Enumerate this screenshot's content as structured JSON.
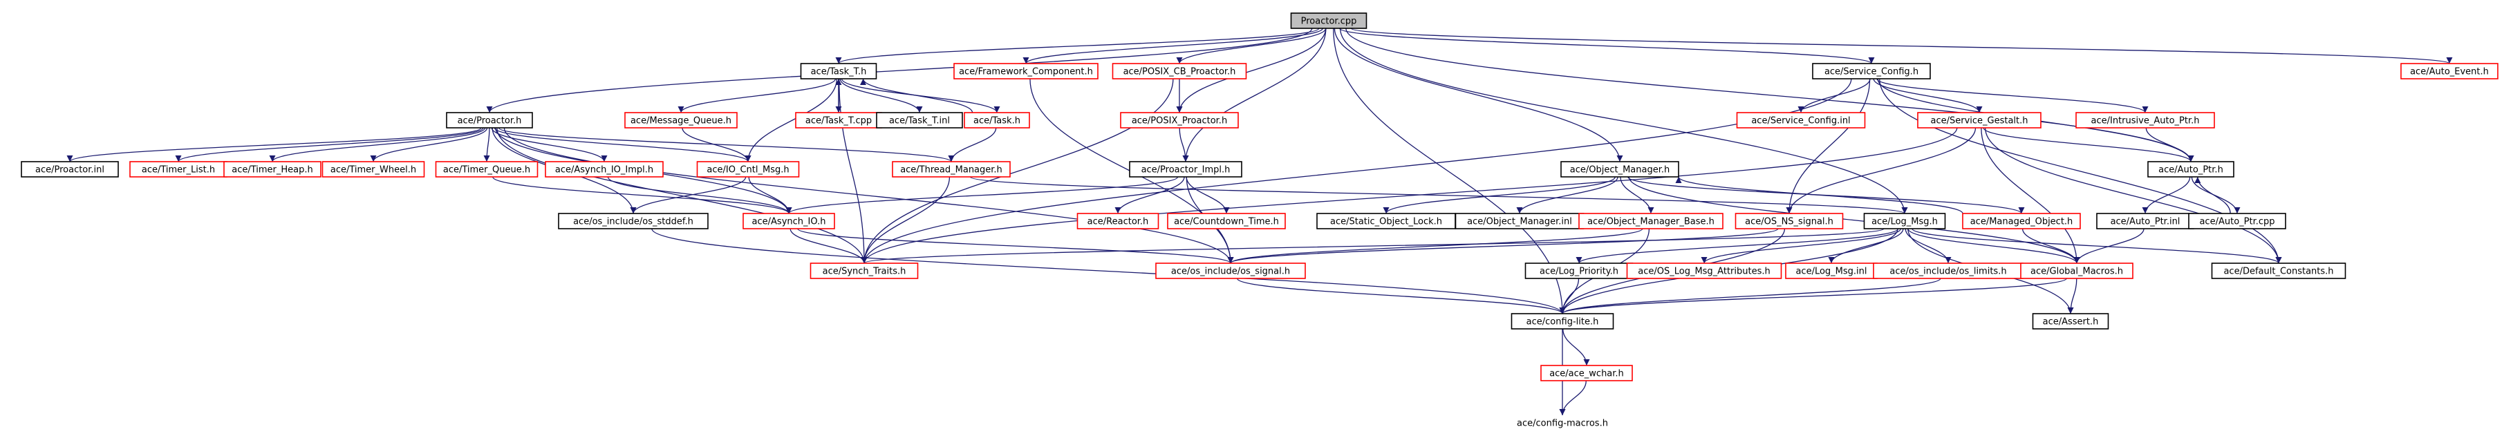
{
  "diagram": {
    "type": "include-dependency-graph",
    "colors": {
      "root_fill": "#bfbfbf",
      "normal_border": "#000000",
      "missing_border": "#ff0000",
      "node_fill": "#ffffff",
      "edge": "#1a1a6e",
      "plain_text_border": "none"
    },
    "nodes": [
      {
        "id": "proactor_cpp",
        "label": "Proactor.cpp",
        "style": "root"
      },
      {
        "id": "task_t_h",
        "label": "ace/Task_T.h",
        "style": "normal"
      },
      {
        "id": "framework_component_h",
        "label": "ace/Framework_Component.h",
        "style": "missing"
      },
      {
        "id": "posix_cb_proactor_h",
        "label": "ace/POSIX_CB_Proactor.h",
        "style": "missing"
      },
      {
        "id": "service_config_h",
        "label": "ace/Service_Config.h",
        "style": "normal"
      },
      {
        "id": "auto_event_h",
        "label": "ace/Auto_Event.h",
        "style": "missing"
      },
      {
        "id": "proactor_h",
        "label": "ace/Proactor.h",
        "style": "normal"
      },
      {
        "id": "message_queue_h",
        "label": "ace/Message_Queue.h",
        "style": "missing"
      },
      {
        "id": "task_t_cpp",
        "label": "ace/Task_T.cpp",
        "style": "missing"
      },
      {
        "id": "task_t_inl",
        "label": "ace/Task_T.inl",
        "style": "normal"
      },
      {
        "id": "task_h",
        "label": "ace/Task.h",
        "style": "missing"
      },
      {
        "id": "posix_proactor_h",
        "label": "ace/POSIX_Proactor.h",
        "style": "missing"
      },
      {
        "id": "service_config_inl",
        "label": "ace/Service_Config.inl",
        "style": "missing"
      },
      {
        "id": "service_gestalt_h",
        "label": "ace/Service_Gestalt.h",
        "style": "missing"
      },
      {
        "id": "intrusive_auto_ptr_h",
        "label": "ace/Intrusive_Auto_Ptr.h",
        "style": "missing"
      },
      {
        "id": "proactor_inl",
        "label": "ace/Proactor.inl",
        "style": "normal"
      },
      {
        "id": "timer_list_h",
        "label": "ace/Timer_List.h",
        "style": "missing"
      },
      {
        "id": "timer_heap_h",
        "label": "ace/Timer_Heap.h",
        "style": "missing"
      },
      {
        "id": "timer_wheel_h",
        "label": "ace/Timer_Wheel.h",
        "style": "missing"
      },
      {
        "id": "timer_queue_h",
        "label": "ace/Timer_Queue.h",
        "style": "missing"
      },
      {
        "id": "asynch_io_impl_h",
        "label": "ace/Asynch_IO_Impl.h",
        "style": "missing"
      },
      {
        "id": "io_cntl_msg_h",
        "label": "ace/IO_Cntl_Msg.h",
        "style": "missing"
      },
      {
        "id": "thread_manager_h",
        "label": "ace/Thread_Manager.h",
        "style": "missing"
      },
      {
        "id": "proactor_impl_h",
        "label": "ace/Proactor_Impl.h",
        "style": "normal"
      },
      {
        "id": "object_manager_h",
        "label": "ace/Object_Manager.h",
        "style": "normal"
      },
      {
        "id": "auto_ptr_h",
        "label": "ace/Auto_Ptr.h",
        "style": "normal"
      },
      {
        "id": "os_stddef_h",
        "label": "ace/os_include/os_stddef.h",
        "style": "normal"
      },
      {
        "id": "asynch_io_h",
        "label": "ace/Asynch_IO.h",
        "style": "missing"
      },
      {
        "id": "reactor_h",
        "label": "ace/Reactor.h",
        "style": "missing"
      },
      {
        "id": "countdown_time_h",
        "label": "ace/Countdown_Time.h",
        "style": "missing"
      },
      {
        "id": "static_object_lock_h",
        "label": "ace/Static_Object_Lock.h",
        "style": "normal"
      },
      {
        "id": "object_manager_inl",
        "label": "ace/Object_Manager.inl",
        "style": "normal"
      },
      {
        "id": "object_manager_base_h",
        "label": "ace/Object_Manager_Base.h",
        "style": "missing"
      },
      {
        "id": "os_ns_signal_h",
        "label": "ace/OS_NS_signal.h",
        "style": "missing"
      },
      {
        "id": "log_msg_h",
        "label": "ace/Log_Msg.h",
        "style": "normal"
      },
      {
        "id": "managed_object_h",
        "label": "ace/Managed_Object.h",
        "style": "missing"
      },
      {
        "id": "auto_ptr_inl",
        "label": "ace/Auto_Ptr.inl",
        "style": "normal"
      },
      {
        "id": "auto_ptr_cpp",
        "label": "ace/Auto_Ptr.cpp",
        "style": "normal"
      },
      {
        "id": "synch_traits_h",
        "label": "ace/Synch_Traits.h",
        "style": "missing"
      },
      {
        "id": "os_signal_h",
        "label": "ace/os_include/os_signal.h",
        "style": "missing"
      },
      {
        "id": "log_priority_h",
        "label": "ace/Log_Priority.h",
        "style": "normal"
      },
      {
        "id": "os_log_msg_attributes_h",
        "label": "ace/OS_Log_Msg_Attributes.h",
        "style": "missing"
      },
      {
        "id": "log_msg_inl",
        "label": "ace/Log_Msg.inl",
        "style": "missing"
      },
      {
        "id": "os_limits_h",
        "label": "ace/os_include/os_limits.h",
        "style": "missing"
      },
      {
        "id": "global_macros_h",
        "label": "ace/Global_Macros.h",
        "style": "missing"
      },
      {
        "id": "default_constants_h",
        "label": "ace/Default_Constants.h",
        "style": "normal"
      },
      {
        "id": "config_lite_h",
        "label": "ace/config-lite.h",
        "style": "normal"
      },
      {
        "id": "assert_h",
        "label": "ace/Assert.h",
        "style": "normal"
      },
      {
        "id": "ace_wchar_h",
        "label": "ace/ace_wchar.h",
        "style": "missing"
      },
      {
        "id": "config_macros_h",
        "label": "ace/config-macros.h",
        "style": "plain"
      }
    ],
    "edges": [
      [
        "proactor_cpp",
        "task_t_h"
      ],
      [
        "proactor_cpp",
        "framework_component_h"
      ],
      [
        "proactor_cpp",
        "posix_cb_proactor_h"
      ],
      [
        "proactor_cpp",
        "service_config_h"
      ],
      [
        "proactor_cpp",
        "auto_event_h"
      ],
      [
        "proactor_cpp",
        "proactor_h"
      ],
      [
        "proactor_cpp",
        "posix_proactor_h"
      ],
      [
        "proactor_cpp",
        "proactor_impl_h"
      ],
      [
        "proactor_cpp",
        "object_manager_h"
      ],
      [
        "proactor_cpp",
        "auto_ptr_h"
      ],
      [
        "proactor_cpp",
        "log_msg_h"
      ],
      [
        "proactor_cpp",
        "config_lite_h"
      ],
      [
        "task_t_h",
        "message_queue_h"
      ],
      [
        "task_t_h",
        "task_t_cpp"
      ],
      [
        "task_t_h",
        "task_t_inl"
      ],
      [
        "task_t_h",
        "task_h"
      ],
      [
        "task_t_h",
        "synch_traits_h"
      ],
      [
        "task_t_h",
        "io_cntl_msg_h"
      ],
      [
        "task_t_cpp",
        "task_t_h"
      ],
      [
        "task_h",
        "task_t_h"
      ],
      [
        "task_h",
        "thread_manager_h"
      ],
      [
        "framework_component_h",
        "os_signal_h"
      ],
      [
        "posix_cb_proactor_h",
        "posix_proactor_h"
      ],
      [
        "posix_cb_proactor_h",
        "synch_traits_h"
      ],
      [
        "posix_proactor_h",
        "proactor_impl_h"
      ],
      [
        "service_config_h",
        "service_config_inl"
      ],
      [
        "service_config_h",
        "service_gestalt_h"
      ],
      [
        "service_config_h",
        "intrusive_auto_ptr_h"
      ],
      [
        "service_config_h",
        "auto_ptr_h"
      ],
      [
        "service_config_h",
        "os_ns_signal_h"
      ],
      [
        "service_config_h",
        "default_constants_h"
      ],
      [
        "service_config_h",
        "synch_traits_h"
      ],
      [
        "service_gestalt_h",
        "auto_ptr_h"
      ],
      [
        "service_gestalt_h",
        "os_ns_signal_h"
      ],
      [
        "service_gestalt_h",
        "default_constants_h"
      ],
      [
        "service_gestalt_h",
        "synch_traits_h"
      ],
      [
        "service_gestalt_h",
        "global_macros_h"
      ],
      [
        "intrusive_auto_ptr_h",
        "auto_ptr_h"
      ],
      [
        "proactor_h",
        "proactor_inl"
      ],
      [
        "proactor_h",
        "timer_list_h"
      ],
      [
        "proactor_h",
        "timer_heap_h"
      ],
      [
        "proactor_h",
        "timer_wheel_h"
      ],
      [
        "proactor_h",
        "timer_queue_h"
      ],
      [
        "proactor_h",
        "asynch_io_impl_h"
      ],
      [
        "proactor_h",
        "io_cntl_msg_h"
      ],
      [
        "proactor_h",
        "thread_manager_h"
      ],
      [
        "proactor_h",
        "os_stddef_h"
      ],
      [
        "proactor_h",
        "asynch_io_h"
      ],
      [
        "proactor_h",
        "synch_traits_h"
      ],
      [
        "proactor_h",
        "os_signal_h"
      ],
      [
        "message_queue_h",
        "io_cntl_msg_h"
      ],
      [
        "io_cntl_msg_h",
        "os_stddef_h"
      ],
      [
        "io_cntl_msg_h",
        "asynch_io_h"
      ],
      [
        "timer_queue_h",
        "asynch_io_h"
      ],
      [
        "asynch_io_impl_h",
        "asynch_io_h"
      ],
      [
        "thread_manager_h",
        "synch_traits_h"
      ],
      [
        "thread_manager_h",
        "log_msg_h"
      ],
      [
        "proactor_impl_h",
        "reactor_h"
      ],
      [
        "proactor_impl_h",
        "countdown_time_h"
      ],
      [
        "proactor_impl_h",
        "asynch_io_h"
      ],
      [
        "proactor_impl_h",
        "os_signal_h"
      ],
      [
        "asynch_io_h",
        "synch_traits_h"
      ],
      [
        "asynch_io_h",
        "os_signal_h"
      ],
      [
        "object_manager_h",
        "static_object_lock_h"
      ],
      [
        "object_manager_h",
        "object_manager_inl"
      ],
      [
        "object_manager_h",
        "object_manager_base_h"
      ],
      [
        "object_manager_h",
        "managed_object_h"
      ],
      [
        "object_manager_h",
        "global_macros_h"
      ],
      [
        "object_manager_base_h",
        "os_signal_h"
      ],
      [
        "object_manager_base_h",
        "config_lite_h"
      ],
      [
        "os_ns_signal_h",
        "os_signal_h"
      ],
      [
        "os_ns_signal_h",
        "config_lite_h"
      ],
      [
        "log_msg_h",
        "log_priority_h"
      ],
      [
        "log_msg_h",
        "os_log_msg_attributes_h"
      ],
      [
        "log_msg_h",
        "log_msg_inl"
      ],
      [
        "log_msg_h",
        "os_limits_h"
      ],
      [
        "log_msg_h",
        "global_macros_h"
      ],
      [
        "log_msg_h",
        "default_constants_h"
      ],
      [
        "log_msg_h",
        "config_lite_h"
      ],
      [
        "log_msg_h",
        "assert_h"
      ],
      [
        "log_msg_h",
        "synch_traits_h"
      ],
      [
        "managed_object_h",
        "object_manager_h"
      ],
      [
        "managed_object_h",
        "global_macros_h"
      ],
      [
        "auto_ptr_h",
        "auto_ptr_inl"
      ],
      [
        "auto_ptr_h",
        "auto_ptr_cpp"
      ],
      [
        "auto_ptr_cpp",
        "auto_ptr_h"
      ],
      [
        "auto_ptr_inl",
        "global_macros_h"
      ],
      [
        "os_stddef_h",
        "config_lite_h"
      ],
      [
        "os_signal_h",
        "config_lite_h"
      ],
      [
        "log_priority_h",
        "config_lite_h"
      ],
      [
        "os_limits_h",
        "config_lite_h"
      ],
      [
        "global_macros_h",
        "config_lite_h"
      ],
      [
        "global_macros_h",
        "assert_h"
      ],
      [
        "config_lite_h",
        "ace_wchar_h"
      ],
      [
        "config_lite_h",
        "config_macros_h"
      ],
      [
        "ace_wchar_h",
        "config_macros_h"
      ]
    ]
  }
}
